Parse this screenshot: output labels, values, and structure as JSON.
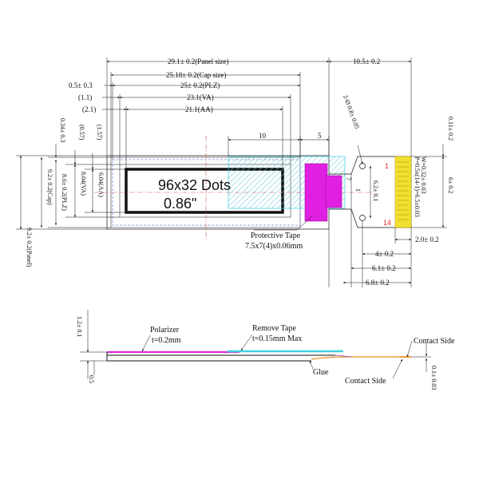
{
  "front_view": {
    "display_text_line1": "96x32 Dots",
    "display_text_line2": "0.86\"",
    "horizontal_dims": {
      "panel": "29.1± 0.2(Panel size)",
      "cap": "25.18± 0.2(Cap size)",
      "plz_offset": "0.5± 0.3",
      "plz": "25± 0.2(PLZ)",
      "va_offset": "(1.1)",
      "va": "23.1(VA)",
      "aa_offset": "(2.1)",
      "aa": "21.1(AA)",
      "fpc_total": "10.5± 0.2",
      "tape_10": "10",
      "tape_5": "5"
    },
    "vertical_dims": {
      "top_offset": "0.34± 0.3",
      "va_top": "(0.57)",
      "aa_top": "(1.57)",
      "panel": "9.2± 0.2(Panel)",
      "cap": "9.2± 0.2(Cap)",
      "plz": "8.6± 0.2(PLZ)",
      "va": "8.04(VA)",
      "aa": "6.04(AA)"
    },
    "protective_tape": {
      "title": "Protective Tape",
      "spec": "7.5x7(4)x0.06mm"
    }
  },
  "fpc_dims": {
    "hole_dia": "2-Ø 0.8± 0.05",
    "hole_spacing": "6.2± 0.1",
    "hole_gap": "7",
    "pin_width": "1",
    "pitch_note": "P=0.5x(14-1)=6.5±0.03",
    "pad_width": "W=0.32± 0.03",
    "pin_first": "1",
    "pin_last": "14",
    "fpc_height": "6± 0.2",
    "top_offset": "0.11± 0.2",
    "stiffener": "2.0± 0.2",
    "d4": "4± 0.2",
    "d61": "6.1± 0.2",
    "d68": "6.8± 0.2"
  },
  "side_view": {
    "thickness_total": "1.2± 0.1",
    "thickness_small": "0.5",
    "polarizer_title": "Polarizer",
    "polarizer_spec": "t=0.2mm",
    "remove_tape_title": "Remove Tape",
    "remove_tape_spec": "t=0.15mm Max",
    "glue": "Glue",
    "contact_side_top": "Contact Side",
    "contact_side_bottom": "Contact Side",
    "fpc_thickness": "0.1± 0.03"
  },
  "colors": {
    "magenta": "#e020e0",
    "cyan": "#40d0e0",
    "yellow": "#f0e030",
    "red": "#e03030",
    "orange": "#e8a040",
    "blue_dashed": "#7090d0"
  }
}
